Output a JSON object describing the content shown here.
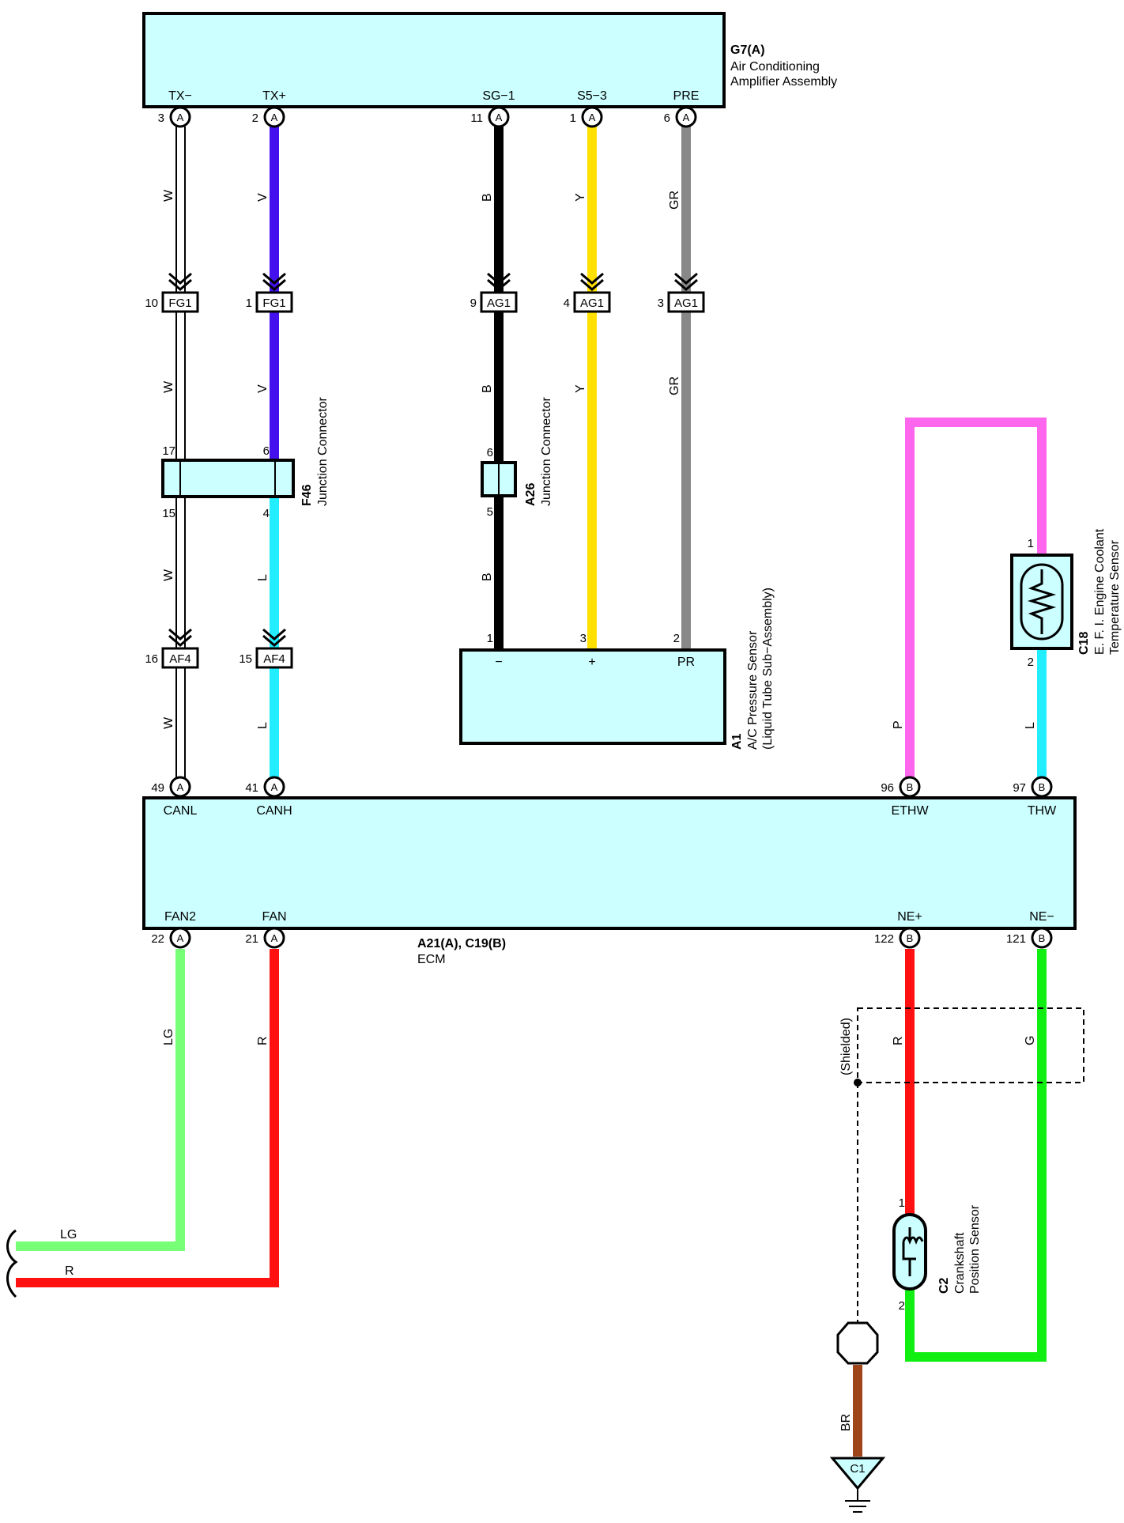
{
  "amplifier": {
    "code": "G7(A)",
    "name_line1": "Air Conditioning",
    "name_line2": "Amplifier Assembly",
    "pins": {
      "tx_minus": {
        "label": "TX−",
        "num": "3",
        "conn": "A"
      },
      "tx_plus": {
        "label": "TX+",
        "num": "2",
        "conn": "A"
      },
      "sg1": {
        "label": "SG−1",
        "num": "11",
        "conn": "A"
      },
      "s53": {
        "label": "S5−3",
        "num": "1",
        "conn": "A"
      },
      "pre": {
        "label": "PRE",
        "num": "6",
        "conn": "A"
      }
    }
  },
  "wire_colors": {
    "W": "#ffffff",
    "V": "#4411ee",
    "B": "#000000",
    "Y": "#ffe000",
    "GR": "#888888",
    "L": "#22eeff",
    "P": "#ff66ee",
    "LG": "#77ff77",
    "R": "#ff1111",
    "G": "#11ee11",
    "BR": "#a0441a"
  },
  "wire_codes": {
    "w": "W",
    "v": "V",
    "b": "B",
    "y": "Y",
    "gr": "GR",
    "l": "L",
    "p": "P",
    "lg": "LG",
    "r": "R",
    "g": "G",
    "br": "BR"
  },
  "connectors": {
    "fg1": "FG1",
    "ag1": "AG1",
    "af4": "AF4",
    "fg1_pin_a": "10",
    "fg1_pin_b": "1",
    "ag1_pin_a": "9",
    "ag1_pin_b": "4",
    "ag1_pin_c": "3",
    "af4_pin_a": "16",
    "af4_pin_b": "15"
  },
  "junction_f46": {
    "code": "F46",
    "name": "Junction Connector",
    "pin_17": "17",
    "pin_6": "6",
    "pin_15": "15",
    "pin_4": "4"
  },
  "junction_a26": {
    "code": "A26",
    "name": "Junction Connector",
    "pin_6": "6",
    "pin_5": "5"
  },
  "pressure_sensor": {
    "code": "A1",
    "name_line1": "A/C Pressure Sensor",
    "name_line2": "(Liquid Tube Sub−Assembly)",
    "pin_minus": "1",
    "pin_plus": "3",
    "pin_pr": "2",
    "label_minus": "−",
    "label_plus": "+",
    "label_pr": "PR"
  },
  "coolant_sensor": {
    "code": "C18",
    "name_line1": "E. F. I.  Engine Coolant",
    "name_line2": "Temperature Sensor",
    "pin_1": "1",
    "pin_2": "2"
  },
  "ecm": {
    "code": "A21(A), C19(B)",
    "name": "ECM",
    "pins": {
      "canl": {
        "label": "CANL",
        "num": "49",
        "conn": "A"
      },
      "canh": {
        "label": "CANH",
        "num": "41",
        "conn": "A"
      },
      "ethw": {
        "label": "ETHW",
        "num": "96",
        "conn": "B"
      },
      "thw": {
        "label": "THW",
        "num": "97",
        "conn": "B"
      },
      "fan2": {
        "label": "FAN2",
        "num": "22",
        "conn": "A"
      },
      "fan": {
        "label": "FAN",
        "num": "21",
        "conn": "A"
      },
      "ne_plus": {
        "label": "NE+",
        "num": "122",
        "conn": "B"
      },
      "ne_minus": {
        "label": "NE−",
        "num": "121",
        "conn": "B"
      }
    }
  },
  "crank_sensor": {
    "code": "C2",
    "name_line1": "Crankshaft",
    "name_line2": "Position Sensor",
    "pin_1": "1",
    "pin_2": "2"
  },
  "shielded": "(Shielded)",
  "ground": "C1"
}
